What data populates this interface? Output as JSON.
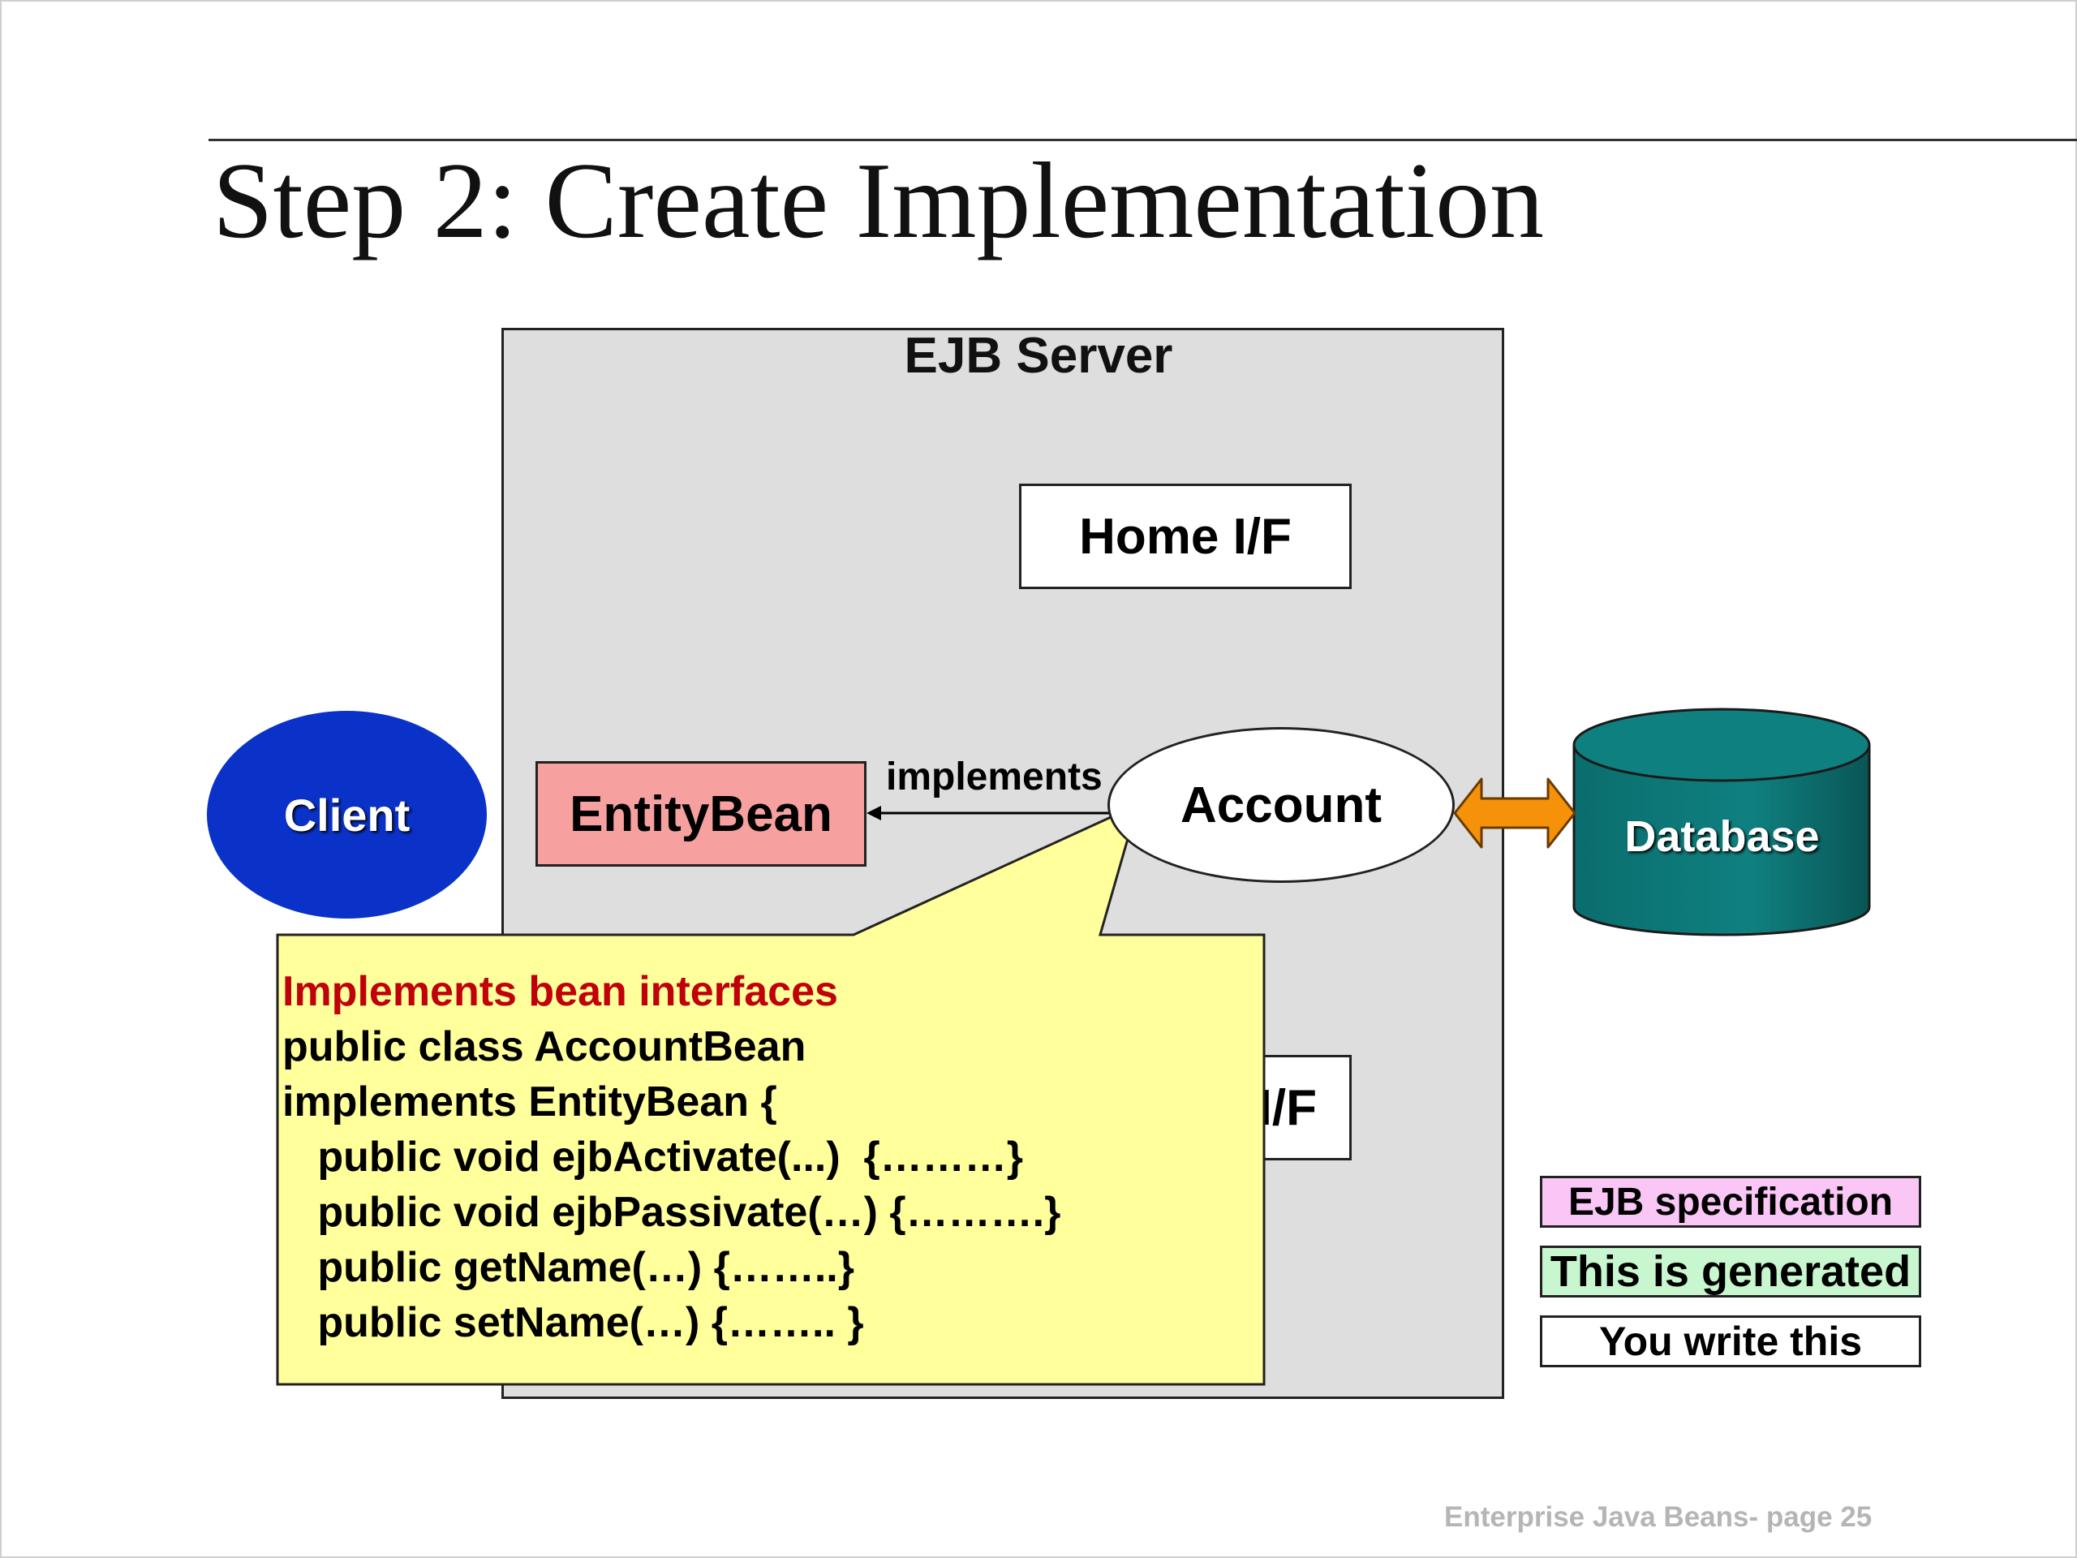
{
  "slide": {
    "title": "Step 2: Create Implementation",
    "footer": "Enterprise Java Beans- page 25"
  },
  "diagram": {
    "server_label": "EJB Server",
    "home_if": "Home I/F",
    "remote_if_partial": "I/F",
    "entity_bean": "EntityBean",
    "implements_label": "implements",
    "account": "Account",
    "client": "Client",
    "database": "Database"
  },
  "callout": {
    "heading": "Implements bean interfaces",
    "lines": [
      "public class AccountBean",
      "implements EntityBean {",
      "   public void ejbActivate(...)  {………}",
      "   public void ejbPassivate(…) {……….}",
      "   public getName(…) {……..}",
      "   public setName(…) {…….. }"
    ]
  },
  "legend": {
    "spec": "EJB specification",
    "generated": "This is generated",
    "you_write": "You write this"
  },
  "colors": {
    "client": "#0a32c8",
    "entity_bean": "#f7a0a0",
    "callout": "#ffff9c",
    "database": "#0f7a7a",
    "arrow": "#f5920a",
    "legend_spec": "#f9c6f5",
    "legend_generated": "#c8f7cf"
  }
}
